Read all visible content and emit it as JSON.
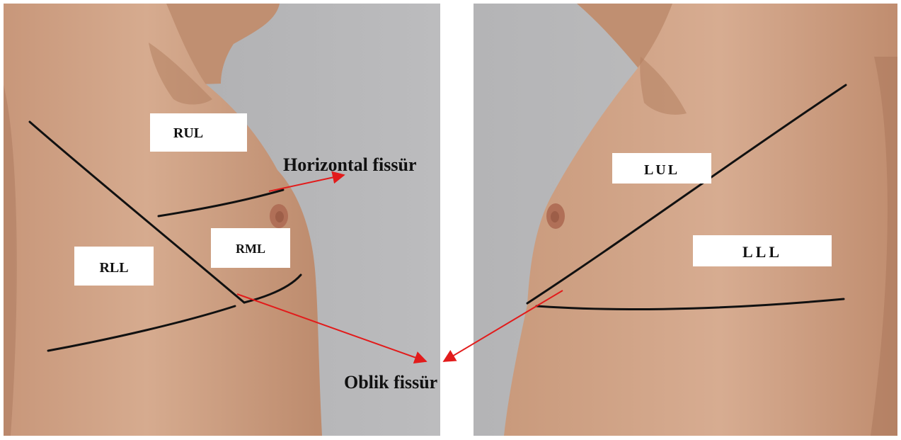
{
  "figure": {
    "left_view": {
      "labels": {
        "rul": "RUL",
        "rml": "RML",
        "rll": "RLL"
      }
    },
    "right_view": {
      "labels": {
        "lul": "LUL",
        "lll": "LLL"
      }
    },
    "callouts": {
      "horizontal_fissure": "Horizontal fissür",
      "oblique_fissure": "Oblik fissür"
    },
    "colors": {
      "background": "#ffffff",
      "wall": "#b3b3b5",
      "skin_light": "#d1a58a",
      "skin_dark": "#b98769",
      "fissure_line": "#111111",
      "arrow": "#e21b1b",
      "label_box": "#ffffff"
    }
  }
}
